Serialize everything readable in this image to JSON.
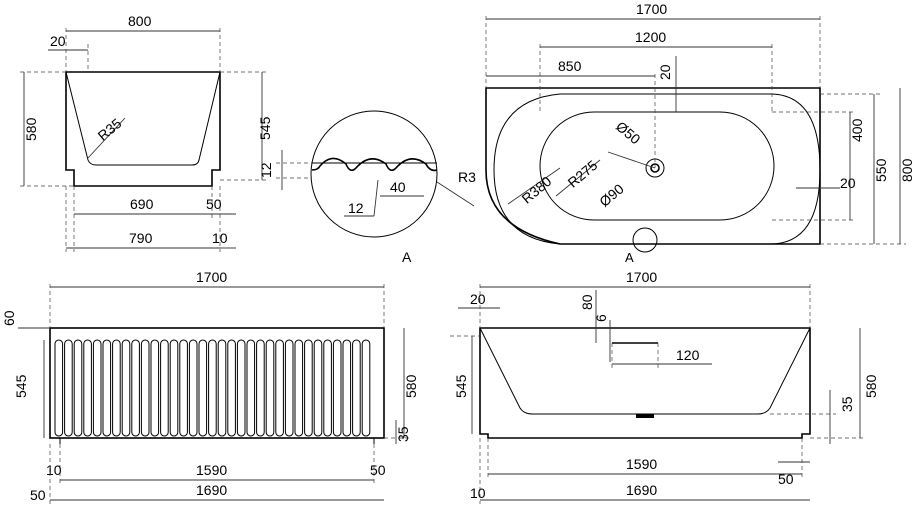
{
  "front_view": {
    "width_800": "800",
    "offset_20": "20",
    "height_580": "580",
    "height_545": "545",
    "radius_35": "R35",
    "w_690": "690",
    "w_50": "50",
    "w_790": "790",
    "w_10": "10"
  },
  "detail_a": {
    "label": "A",
    "d_12_v": "12",
    "d_40": "40",
    "d_12_h": "12",
    "r_3": "R3"
  },
  "top_view": {
    "w_1700": "1700",
    "w_1200": "1200",
    "w_850": "850",
    "d_20_top": "20",
    "d_400": "400",
    "d_550": "550",
    "d_800": "800",
    "d_20_right": "20",
    "dia_50": "Ø50",
    "dia_90": "Ø90",
    "r_380": "R380",
    "r_275": "R275",
    "label_a": "A"
  },
  "side_fluted": {
    "w_1700": "1700",
    "d_60": "60",
    "h_545": "545",
    "h_580": "580",
    "h_35": "35",
    "w_10": "10",
    "w_1590": "1590",
    "w_50_right": "50",
    "w_50_left": "50",
    "w_1690": "1690"
  },
  "side_section": {
    "w_1700": "1700",
    "d_20": "20",
    "d_80": "80",
    "d_6": "6",
    "w_120": "120",
    "h_545": "545",
    "h_580": "580",
    "h_35": "35",
    "w_1590": "1590",
    "w_50": "50",
    "w_10": "10",
    "w_1690": "1690"
  }
}
